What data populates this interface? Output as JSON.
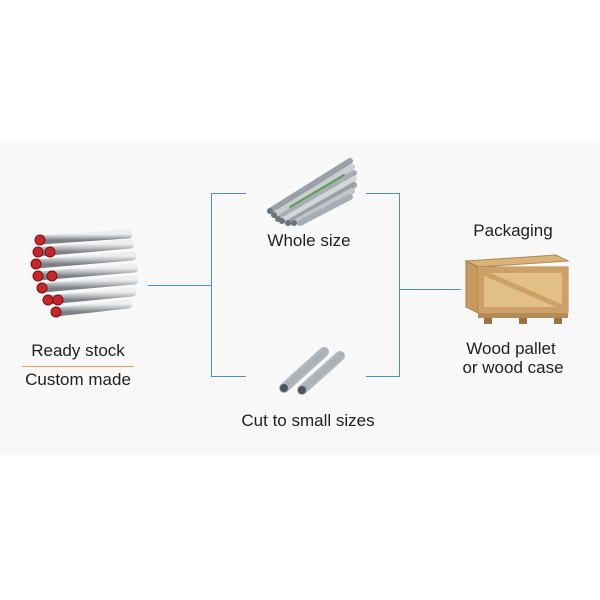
{
  "colors": {
    "connector": "#4a90d9",
    "divider": "#e0a060",
    "band": "#f8f8f8"
  },
  "source": {
    "ready_stock": "Ready stock",
    "custom_made": "Custom made",
    "image": "pipe-bundle-image"
  },
  "options": {
    "whole_size": "Whole size",
    "cut_sizes": "Cut to small sizes",
    "whole_image": "steel-pipe-bundle-image",
    "cut_image": "short-pipe-pieces-image"
  },
  "packaging": {
    "heading": "Packaging",
    "line1": "Wood pallet",
    "line2": "or wood case",
    "image": "wooden-crate-image"
  }
}
